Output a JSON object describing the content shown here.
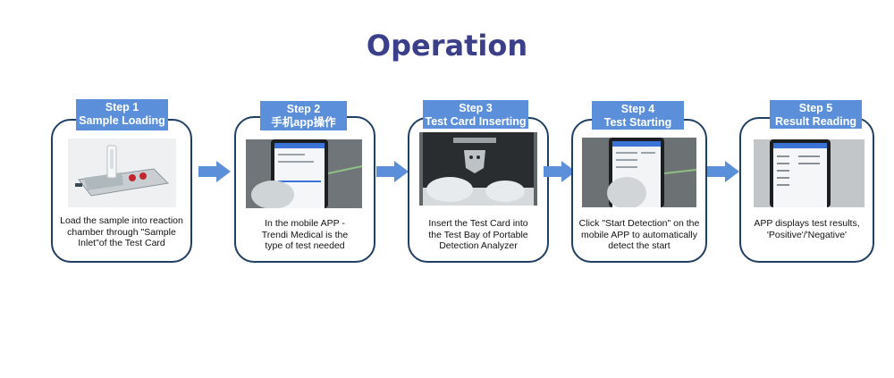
{
  "title": "Operation",
  "steps": [
    {
      "step": "Step 1",
      "name": "Sample Loading",
      "desc": [
        "Load the sample into reaction",
        "chamber through \"Sample",
        "Inlet\"of the Test Card"
      ]
    },
    {
      "step": "Step 2",
      "name": "手机app操作",
      "desc": [
        "In the mobile APP -",
        "Trendi Medical is the",
        "type of test needed"
      ]
    },
    {
      "step": "Step 3",
      "name": "Test Card Inserting",
      "desc": [
        "Insert the Test Card into",
        "the Test Bay of Portable",
        "Detection Analyzer"
      ]
    },
    {
      "step": "Step 4",
      "name": "Test Starting",
      "desc": [
        "Click \"Start Detection\" on the",
        "mobile APP to automatically",
        "detect the start"
      ]
    },
    {
      "step": "Step 5",
      "name": "Result Reading",
      "desc": [
        "APP displays test results,",
        "'Positive'/'Negative'"
      ]
    }
  ],
  "colors": {
    "title": "#3b3f8a",
    "badge": "#5b8fd9",
    "border": "#1f3f63",
    "arrow": "#5b8fd9"
  }
}
